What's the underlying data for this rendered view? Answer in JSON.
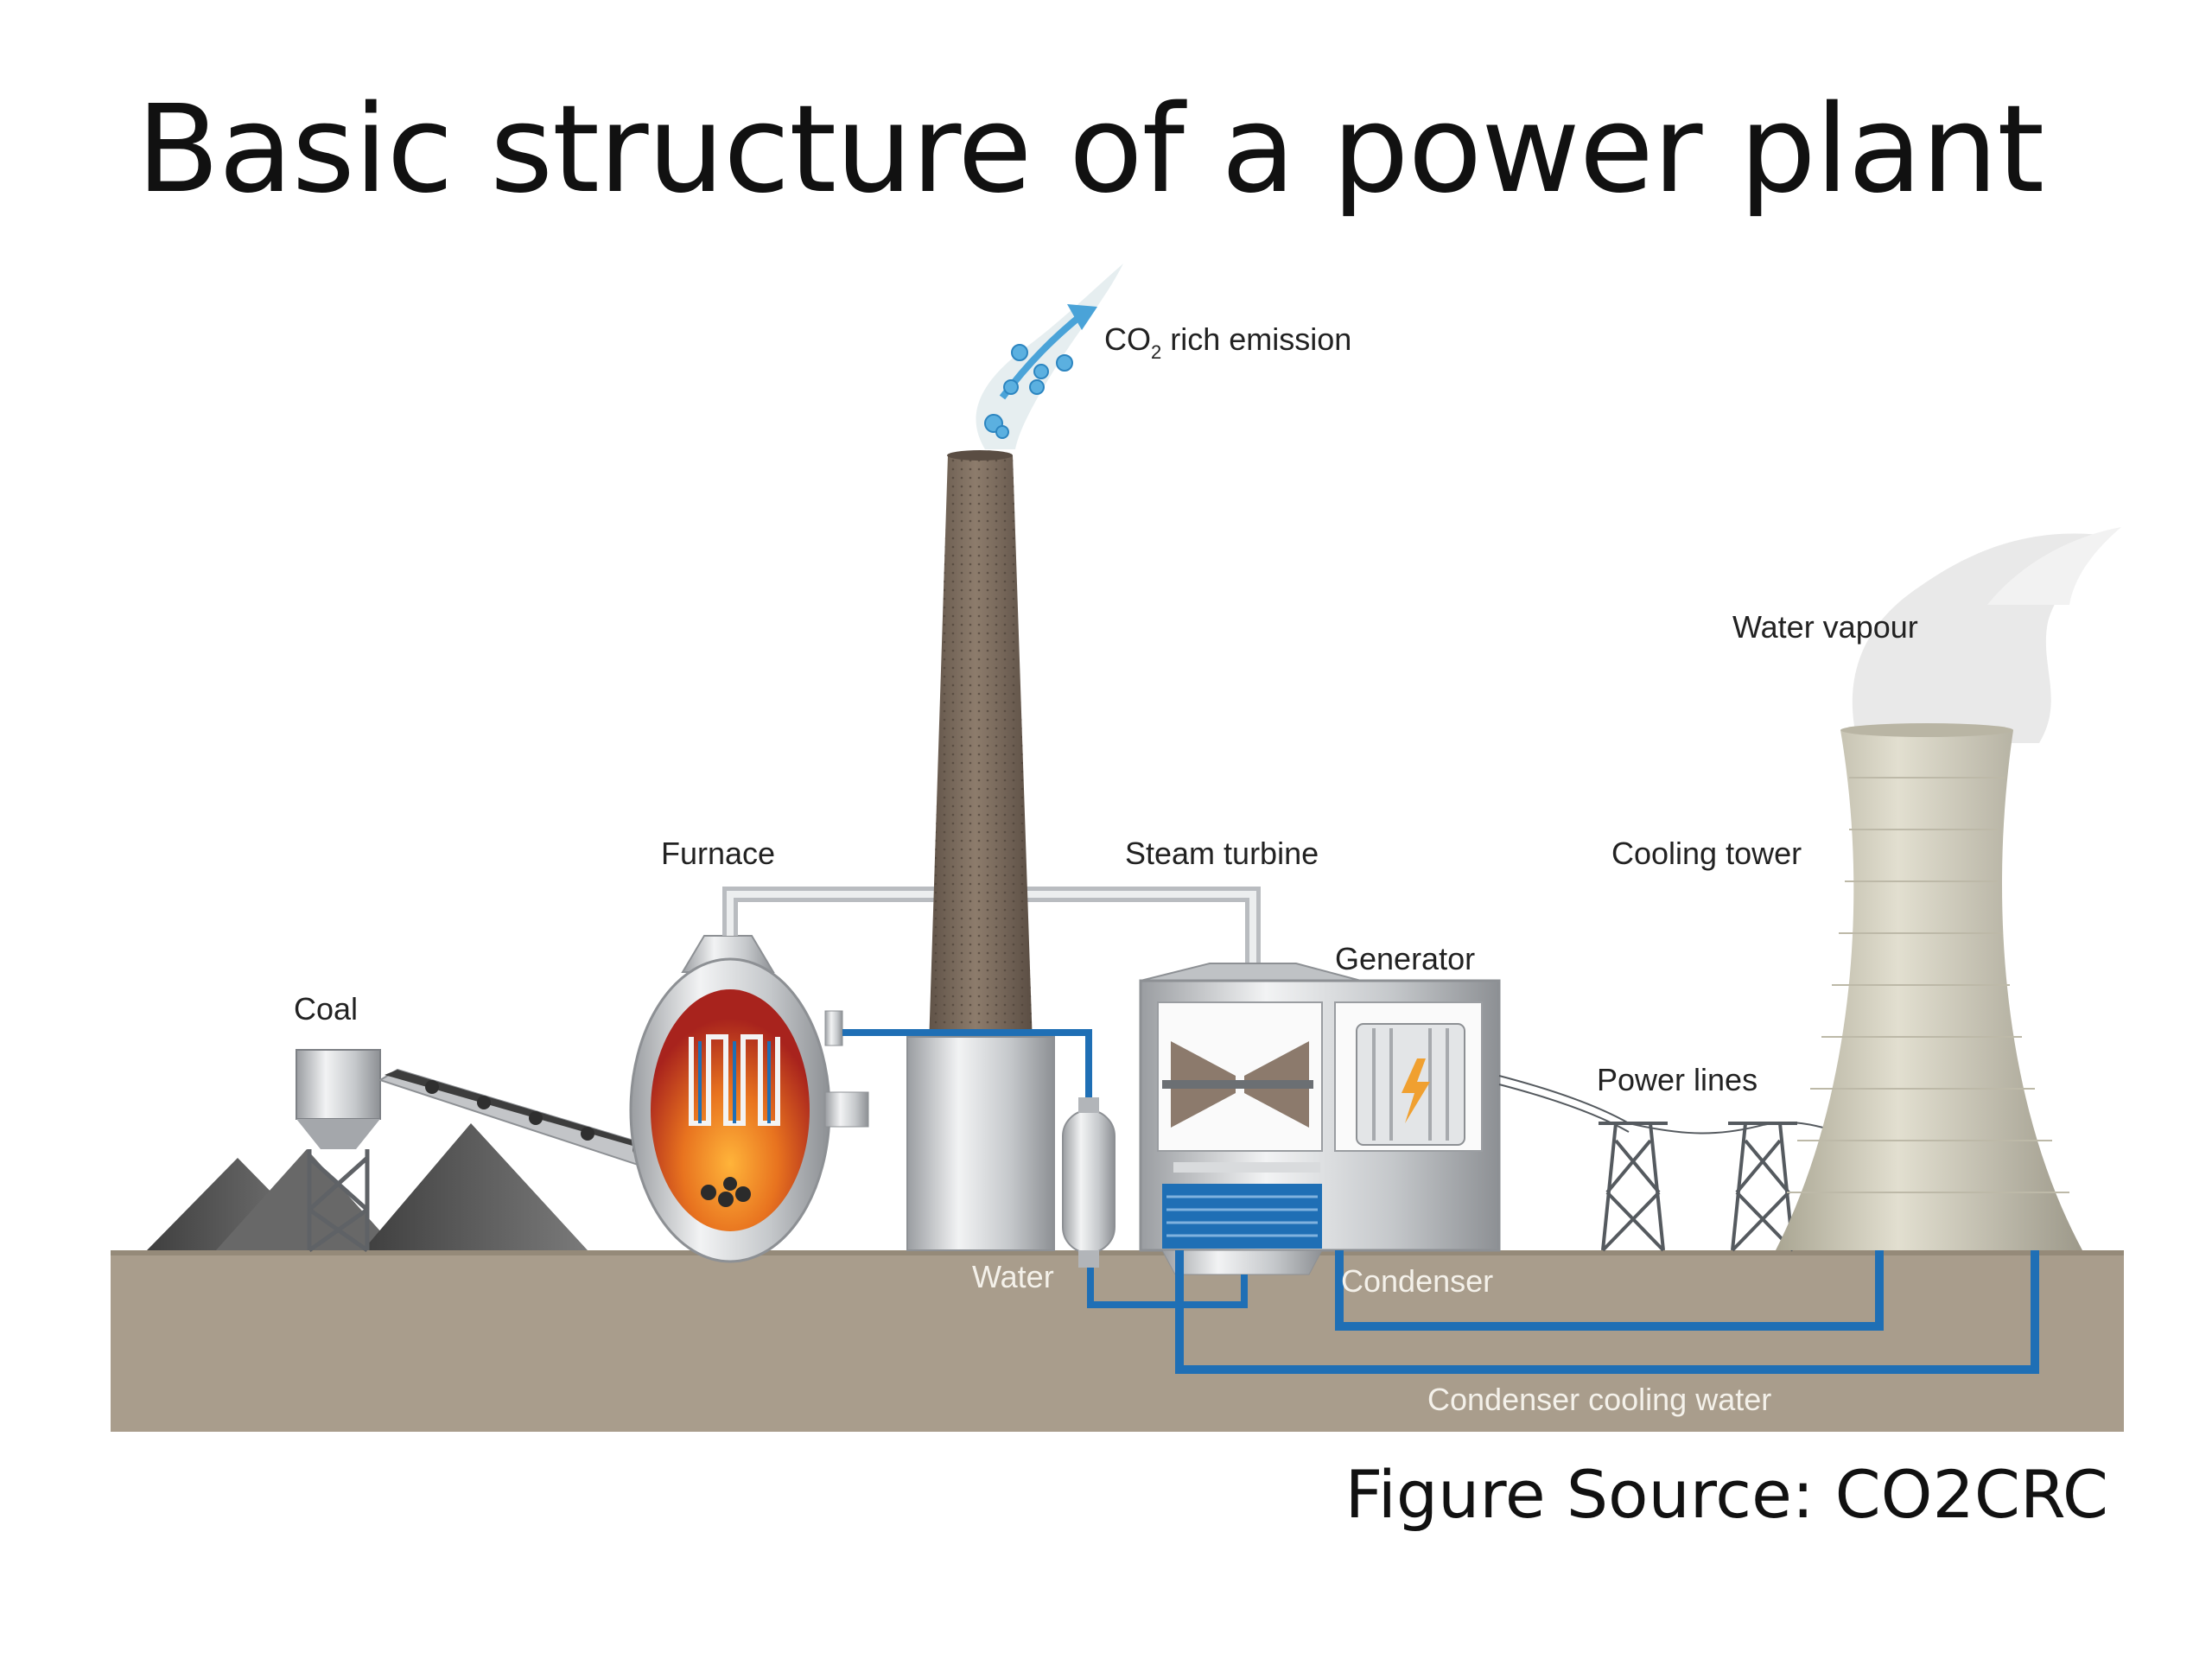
{
  "slide": {
    "title": "Basic structure of a power plant",
    "source": "Figure Source:  CO2CRC"
  },
  "labels": {
    "emission_prefix": "CO",
    "emission_subscript": "2",
    "emission_suffix": " rich emission",
    "water_vapour": "Water vapour",
    "furnace": "Furnace",
    "steam_turbine": "Steam turbine",
    "cooling_tower": "Cooling tower",
    "generator": "Generator",
    "coal": "Coal",
    "power_lines": "Power lines",
    "water": "Water",
    "condenser": "Condenser",
    "condenser_cooling_water": "Condenser cooling water"
  },
  "colors": {
    "ground": "#a99d8c",
    "pipe_blue": "#1f6fb5",
    "steel": "#c9cbcd",
    "chimney": "#7b6b5d",
    "coal": "#5a5a5a",
    "fire": "#e8731f",
    "cooling_tower": "#d6d2c2"
  }
}
